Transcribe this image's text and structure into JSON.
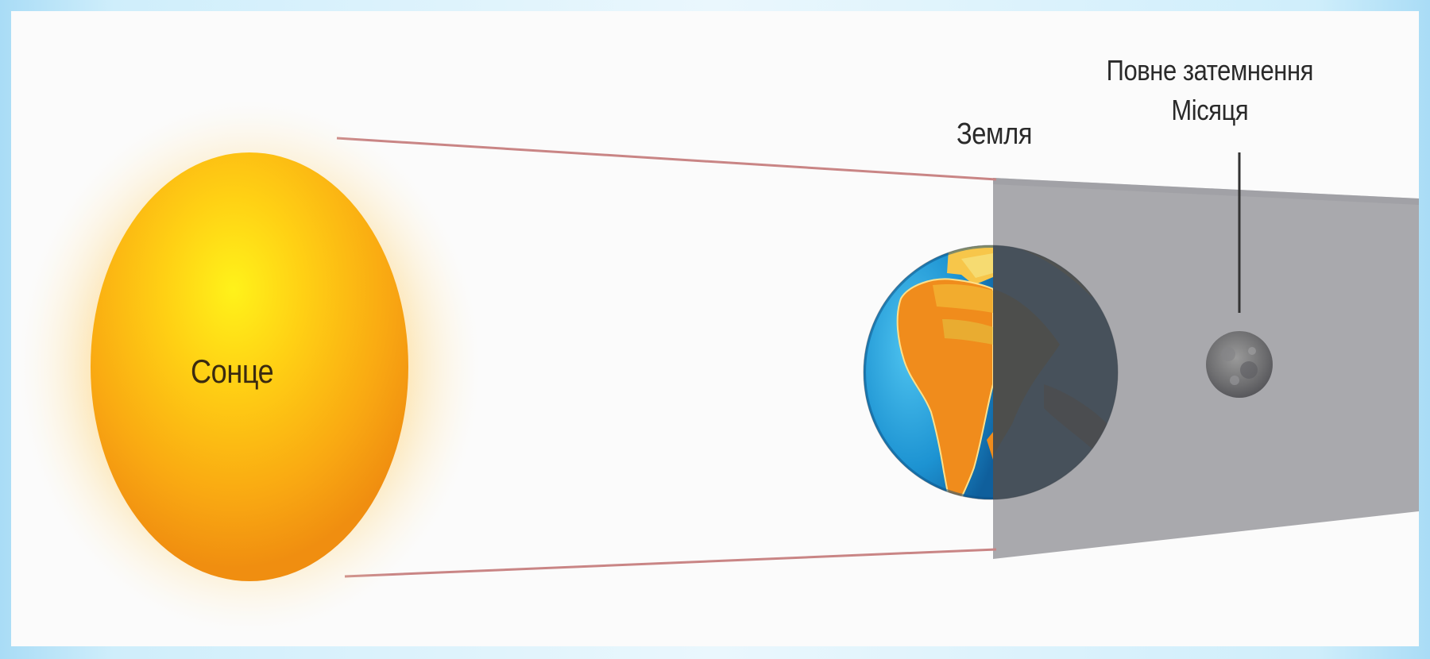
{
  "labels": {
    "sun": "Сонце",
    "earth": "Земля",
    "eclipse_line1": "Повне затемнення",
    "eclipse_line2": "Місяця"
  },
  "icons": {
    "sun": "sun-icon",
    "earth": "earth-globe-icon",
    "moon": "moon-icon"
  },
  "colors": {
    "sun_core": "#ffe21a",
    "sun_edge": "#f59a10",
    "earth_ocean": "#1e9ad6",
    "earth_land": "#f08c1c",
    "earth_night": "#4a5560",
    "shadow_cone": "#a9a9ad",
    "ray_line": "#c98585"
  }
}
